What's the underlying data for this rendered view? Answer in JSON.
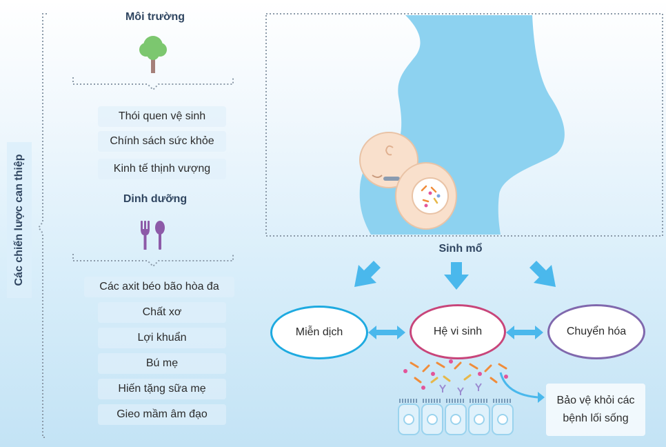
{
  "sidebar": {
    "title": "Các chiến lược can thiệp"
  },
  "environment": {
    "heading": "Môi trường",
    "icon": "tree-icon",
    "items": [
      "Thói quen vệ sinh",
      "Chính sách sức khỏe",
      "Kinh tế thịnh vượng"
    ]
  },
  "nutrition": {
    "heading": "Dinh dưỡng",
    "icon": "fork-spoon-icon",
    "items": [
      "Các axit béo bão hòa đa",
      "Chất xơ",
      "Lợi khuẩn",
      "Bú mẹ",
      "Hiến tặng sữa mẹ",
      "Gieo mầm âm đạo"
    ]
  },
  "center": {
    "caption": "Sinh mổ",
    "immune": "Miễn dịch",
    "microbiome": "Hệ vi sinh",
    "metabolism": "Chuyển hóa"
  },
  "outcome": {
    "line1": "Bảo vệ khỏi các",
    "line2": "bệnh lối sống"
  },
  "colors": {
    "immune_border": "#1eaae0",
    "microbiome_border": "#c8457a",
    "metabolism_border": "#8068ad",
    "arrow_blue": "#4ab8ec",
    "silhouette": "#8dd2f0",
    "heading_text": "#2f4560"
  }
}
